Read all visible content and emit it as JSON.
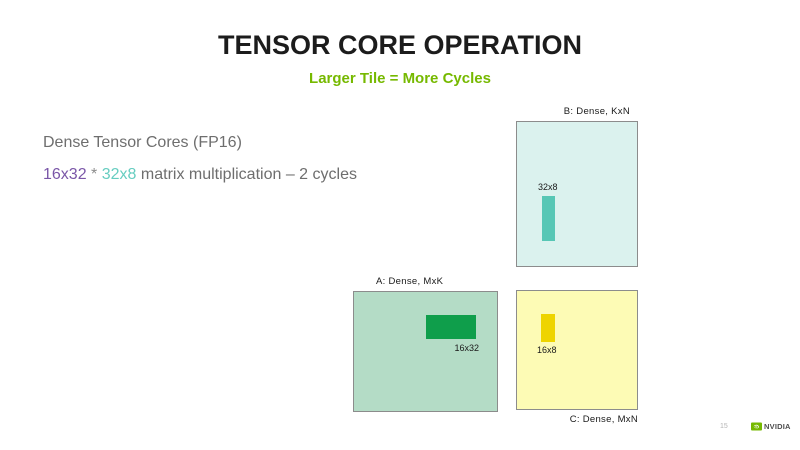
{
  "slide": {
    "title": "TENSOR CORE OPERATION",
    "subtitle": "Larger Tile = More Cycles",
    "body": {
      "line1": "Dense Tensor Cores (FP16)",
      "matmul": {
        "lhs": "16x32",
        "operator": "*",
        "rhs": "32x8",
        "rest": "matrix multiplication – 2 cycles"
      }
    },
    "matrices": {
      "a": {
        "label": "A: Dense, MxK",
        "tile_label": "16x32"
      },
      "b": {
        "label": "B: Dense, KxN",
        "tile_label": "32x8"
      },
      "c": {
        "label": "C: Dense, MxN",
        "tile_label": "16x8"
      }
    },
    "footer": {
      "page_number": "15",
      "logo_text": "NVIDIA"
    }
  },
  "colors": {
    "accent_green": "#76b900",
    "matmul_lhs_purple": "#7a56a8",
    "matmul_rhs_teal": "#66cdc0",
    "body_gray": "#6e6e6e",
    "matrix_a_fill": "#b4dcc6",
    "matrix_a_tile": "#0f9e4b",
    "matrix_b_fill": "#dbf2ee",
    "matrix_b_tile": "#57c7b5",
    "matrix_c_fill": "#fdfbb5",
    "matrix_c_tile": "#eed400",
    "box_border": "#8c8c8c"
  }
}
